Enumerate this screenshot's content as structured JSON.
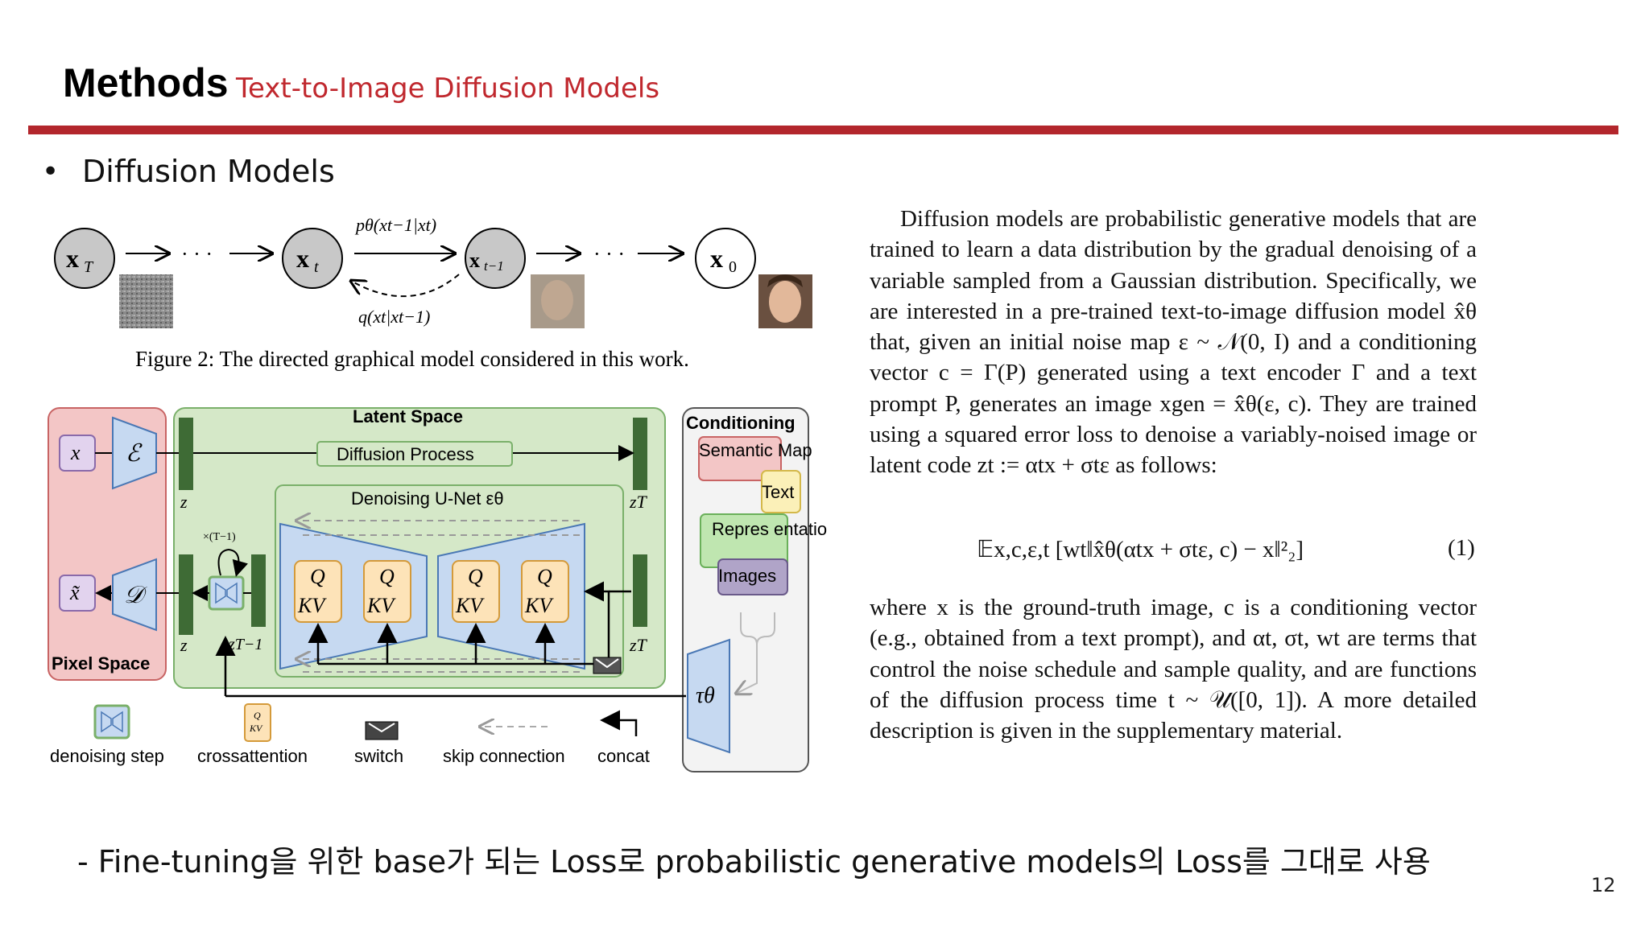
{
  "header": {
    "title": "Methods",
    "subtitle": "Text-to-Image Diffusion Models"
  },
  "bullet": {
    "text": "Diffusion Models"
  },
  "figure2": {
    "node_xT": "x",
    "node_xT_sub": "T",
    "node_xt": "x",
    "node_xt_sub": "t",
    "node_xt1": "x",
    "node_xt1_sub": "t−1",
    "node_x0": "x",
    "node_x0_sub": "0",
    "dots_left": "· · ·",
    "dots_right": "· · ·",
    "reverse_label": "pθ(xt−1|xt)",
    "forward_label": "q(xt|xt−1)",
    "caption": "Figure 2: The directed graphical model considered in this work."
  },
  "unet": {
    "latent_space": "Latent Space",
    "diffusion_process": "Diffusion Process",
    "denoising_unet": "Denoising U-Net εθ",
    "pixel_space": "Pixel Space",
    "conditioning": "Conditioning",
    "cond_semantic": "Semantic Map",
    "cond_text": "Text",
    "cond_repr": "Repres entations",
    "cond_images": "Images",
    "x_label": "x",
    "x_tilde_label": "x̃",
    "encoder_label": "ℰ",
    "decoder_label": "𝒟",
    "z_top": "z",
    "z_bottom": "z",
    "zT_top": "zT",
    "zT_bottom": "zT",
    "zT1": "zT−1",
    "loop_label": "×(T−1)",
    "q_label": "Q",
    "kv_label": "KV",
    "tau_label": "τθ",
    "legend": [
      "denoising step",
      "crossattention",
      "switch",
      "skip connection",
      "concat"
    ],
    "legend_q": "Q",
    "legend_kv": "KV"
  },
  "text_panel": {
    "para1": "Diffusion models are probabilistic generative models that are trained to learn a data distribution by the gradual denoising of a variable sampled from a Gaussian distribution. Specifically, we are interested in a pre-trained text-to-image diffusion model x̂θ that, given an initial noise map ε ~ 𝒩(0, I) and a conditioning vector c = Γ(P) generated using a text encoder Γ and a text prompt P, generates an image xgen = x̂θ(ε, c). They are trained using a squared error loss to denoise a variably-noised image or latent code zt := αtx + σtε as follows:",
    "equation": "𝔼x,c,ε,t [wt‖x̂θ(αtx + σtε, c) − x‖²₂]",
    "equation_number": "(1)",
    "para2": "where x is the ground-truth image, c is a conditioning vector (e.g., obtained from a text prompt), and αt, σt, wt are terms that control the noise schedule and sample quality, and are functions of the diffusion process time t ~ 𝒰([0, 1]). A more detailed description is given in the supplementary material."
  },
  "footer": {
    "text": "- Fine-tuning을 위한 base가 되는 Loss로 probabilistic generative models의 Loss를 그대로 사용",
    "page_number": "12"
  },
  "colors": {
    "accent": "#b3262c",
    "subtitle": "#c0282e",
    "pixel_space": "#f3c6c6",
    "latent_space": "#d5e8c8",
    "unet_blue": "#c6d9f1",
    "qkv_orange": "#fde3b8"
  }
}
